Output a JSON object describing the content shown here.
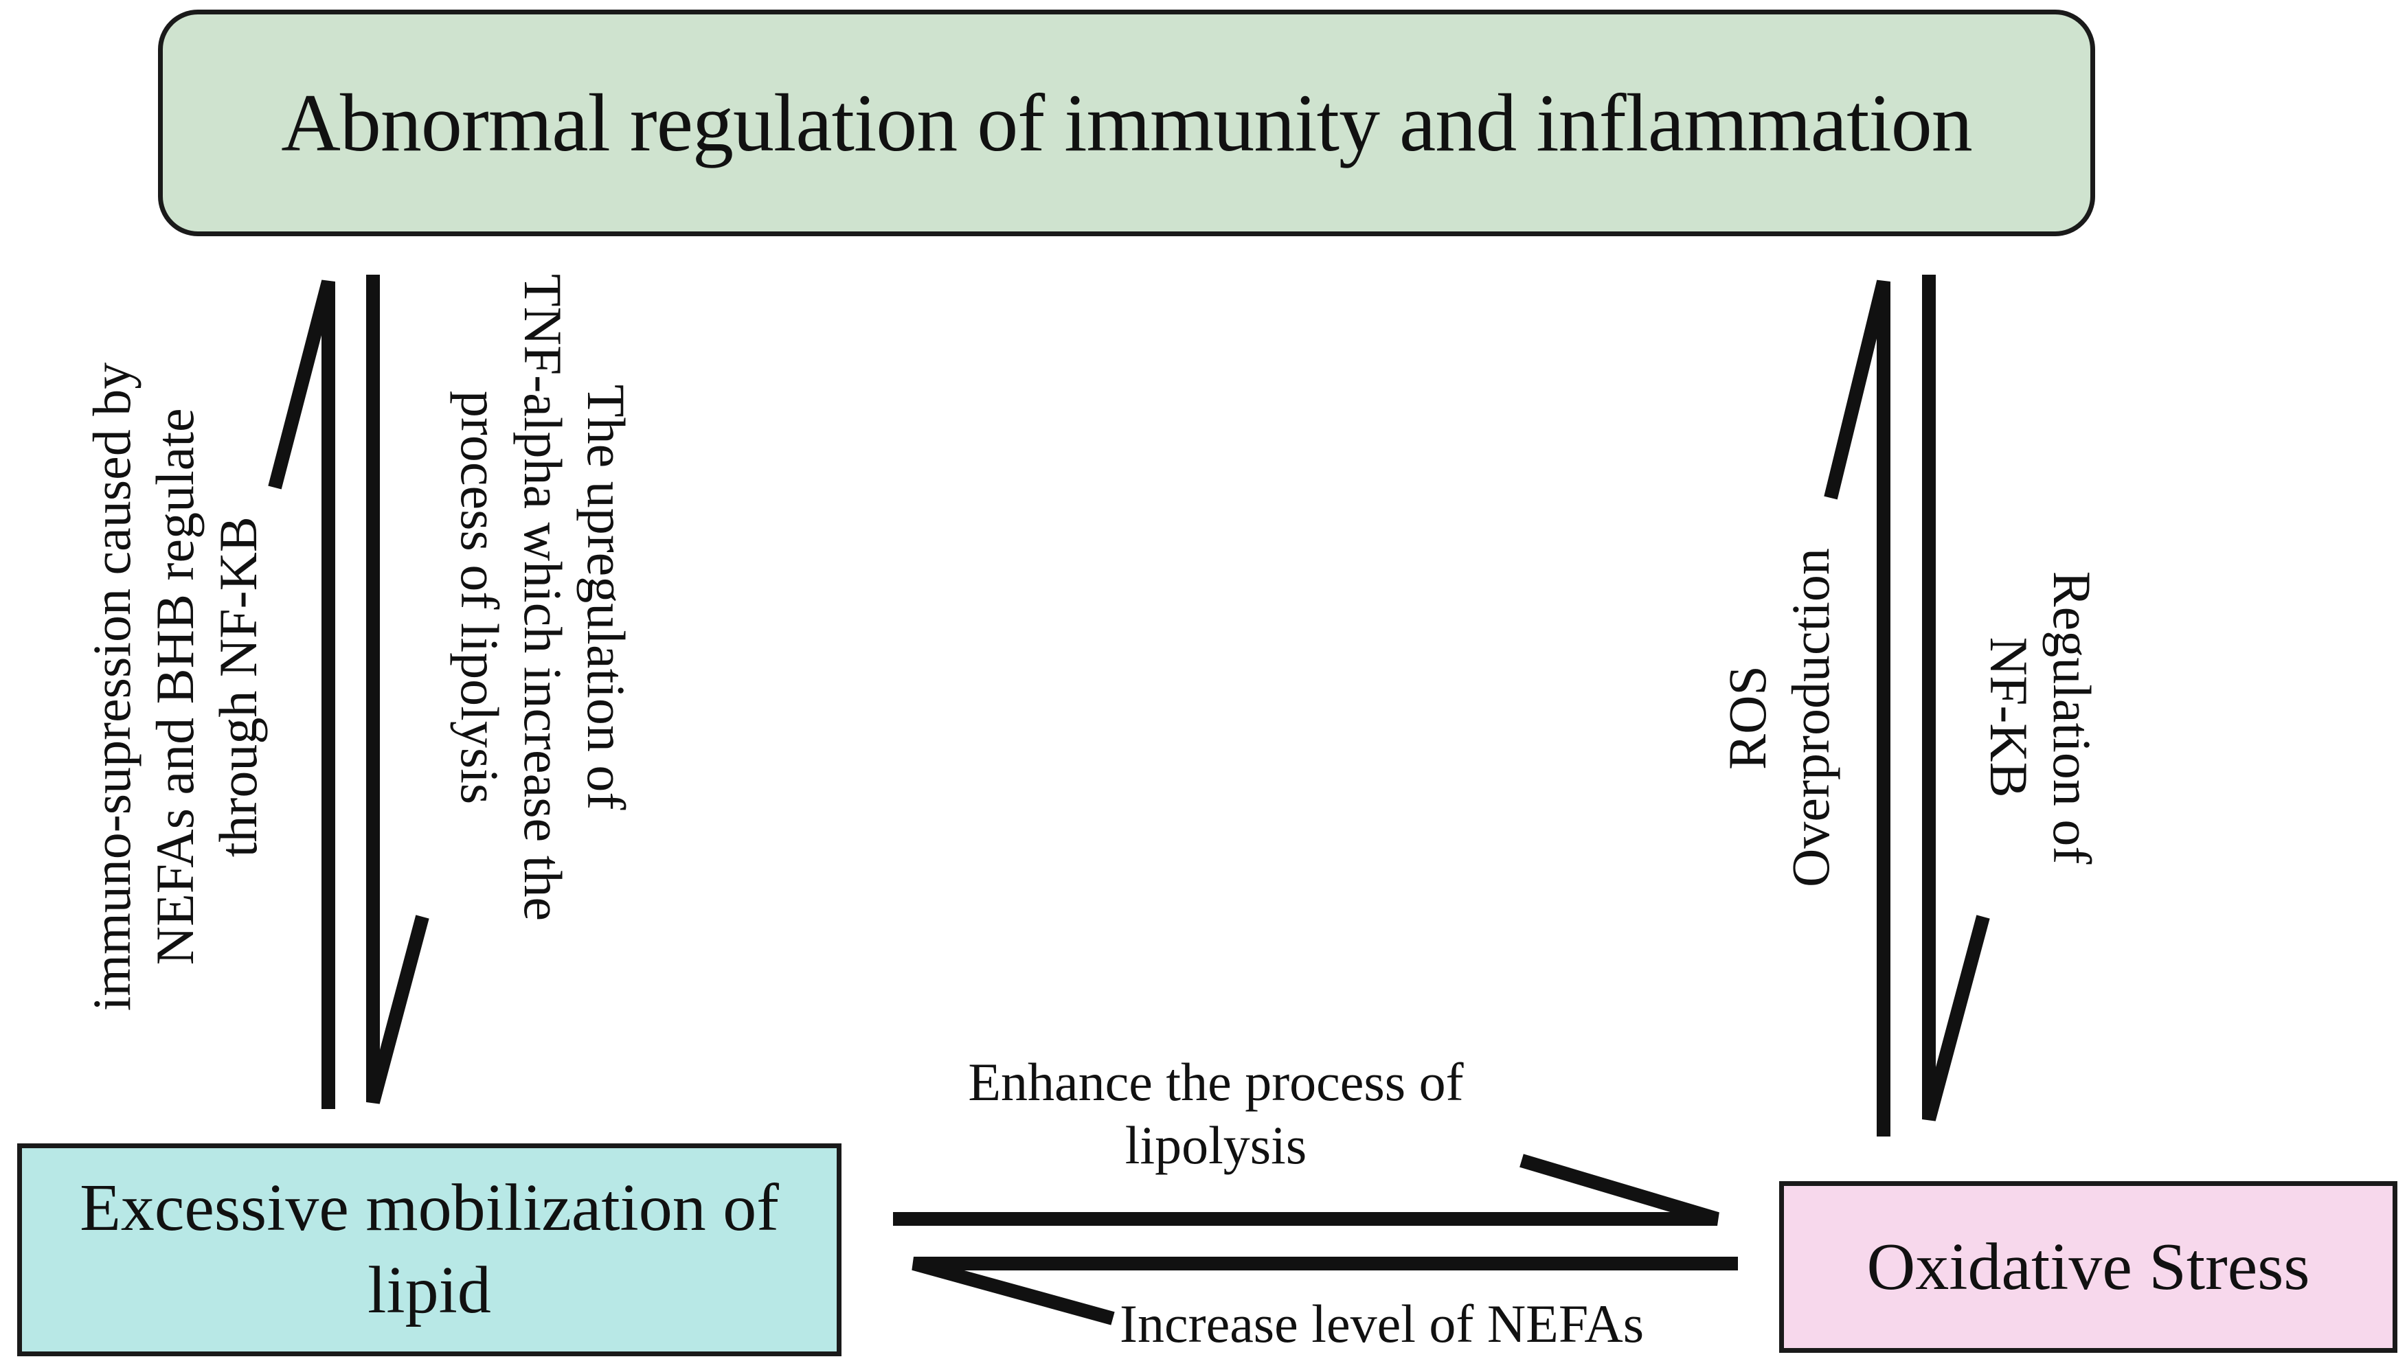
{
  "nodes": {
    "top": "Abnormal regulation of immunity and inflammation",
    "left_line1": "Excessive mobilization of",
    "left_line2": "lipid",
    "right": "Oxidative Stress"
  },
  "edges": {
    "left_up": [
      "immuno-supression caused by",
      "NEFAs and BHB regulate",
      "through NF-KB"
    ],
    "left_down": [
      "The  upregulation of",
      "TNF-alpha which increase the",
      "process of lipolysis"
    ],
    "right_up": [
      "ROS",
      "Overproduction"
    ],
    "right_down": [
      "Regulation of",
      "NF-KB"
    ],
    "bottom_right": [
      "Enhance the process of",
      "lipolysis"
    ],
    "bottom_left": "Increase level of NEFAs"
  }
}
